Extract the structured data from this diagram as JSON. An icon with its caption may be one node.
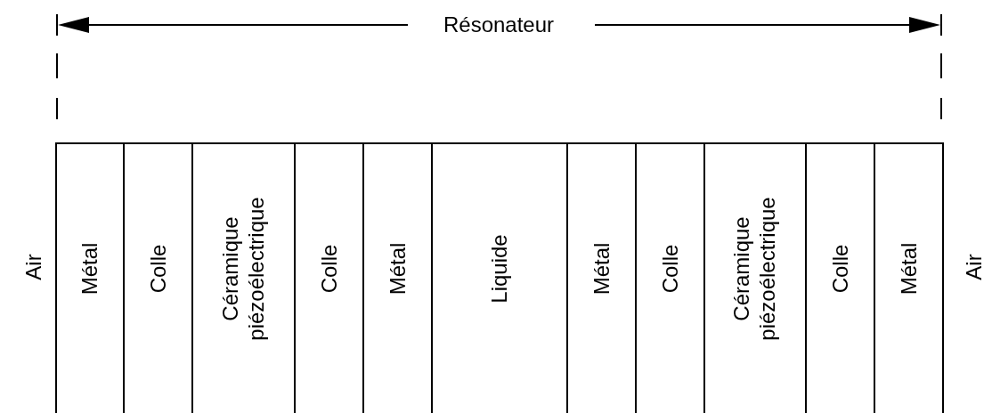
{
  "diagram": {
    "nodes": [
      {
        "text": [
          "Métal"
        ]
      },
      {
        "text": [
          "Colle"
        ]
      },
      {
        "text": [
          "Céramique piézoélectrique"
        ]
      },
      {
        "text": [
          "Colle"
        ]
      },
      {
        "text": [
          "Métal"
        ]
      },
      {
        "text": [
          "Liquide"
        ]
      },
      {
        "text": [
          "Métal"
        ]
      },
      {
        "text": [
          "Colle"
        ]
      },
      {
        "text": [
          "Céramique piézoélectrique"
        ]
      },
      {
        "text": [
          "Colle"
        ]
      },
      {
        "text": [
          "Métal"
        ]
      }
    ],
    "edges": [],
    "labels": [
      "Résonateur",
      "Air",
      "Air"
    ]
  }
}
